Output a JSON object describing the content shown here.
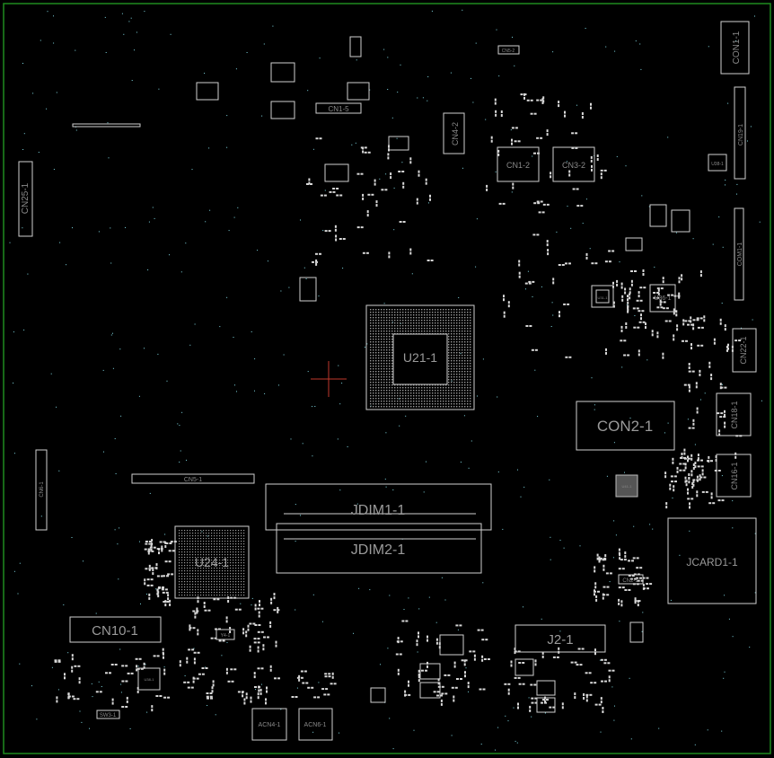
{
  "colors": {
    "background": "#000000",
    "board_edge": "#1f8a1f",
    "outline": "#cfcfcf",
    "label": "#8a8a8a",
    "via": "#7fd6e0",
    "marker": "#c0392b"
  },
  "labels": {
    "con1": "CON1-1",
    "cn1_5": "CN1-5",
    "cn5_2": "CN5-2",
    "cn4_2": "CN4-2",
    "cn1_2": "CN1-2",
    "cn3_2": "CN3-2",
    "cn25": "CN25-1",
    "cn19": "CN19-1",
    "com1": "COM1-1",
    "u36": "U36-1",
    "u38": "U38-1",
    "cn22": "CN22-1",
    "u21": "U21-1",
    "con2": "CON2-1",
    "cn18": "CN18-1",
    "cn16": "CN16-1",
    "cn5_1": "CN5-1",
    "cn6": "CN6-1",
    "jdim1": "JDIM1-1",
    "jdim2": "JDIM2-1",
    "u24": "U24-1",
    "jcard": "JCARD1-1",
    "cn2": "CN2-1",
    "cn10": "CN10-1",
    "y4": "Y4-1",
    "j2": "J2-1",
    "sw3": "SW3-1",
    "acn4": "ACN4-1",
    "acn6": "ACN6-1",
    "u38b": "U38-1",
    "u41": "U41-1",
    "u31": "U31-1"
  }
}
